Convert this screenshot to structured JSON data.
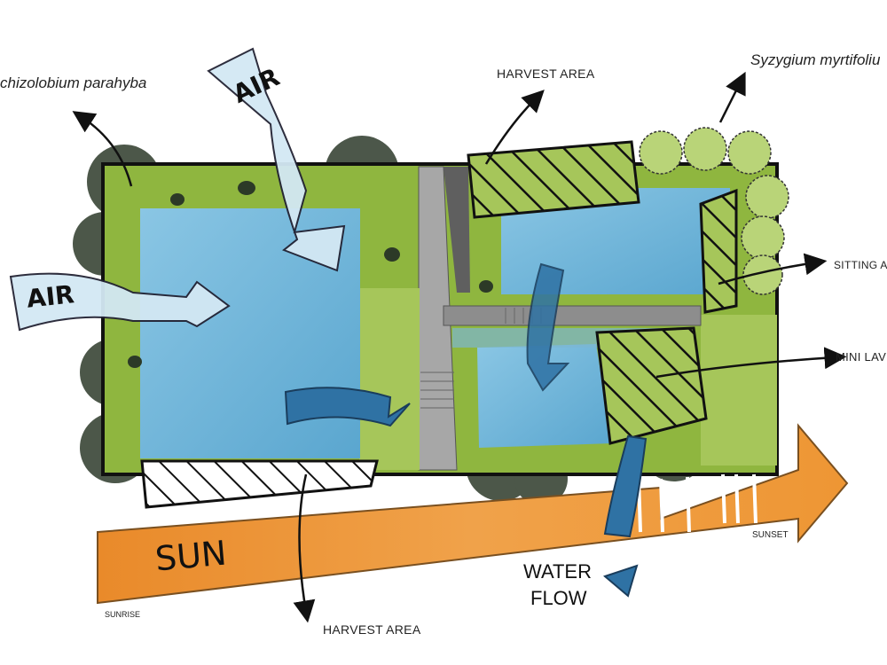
{
  "labels": {
    "tree_left": "chizolobium parahyba",
    "tree_right": "Syzygium myrtifoliu",
    "harvest_top": "HARVEST AREA",
    "harvest_bottom": "HARVEST AREA",
    "sitting_area": "SITTING A",
    "mini_lawn": "MINI LAV",
    "sunset": "SUNSET",
    "sunrise": "SUNRISE",
    "water_flow_line1": "WATER",
    "water_flow_line2": "FLOW",
    "air_top": "AIR",
    "air_left": "AIR",
    "sun": "SUN"
  },
  "colors": {
    "lawn": "#8fb63f",
    "lawn_light": "#a6c65a",
    "water": "#6eb3d6",
    "water_light": "#a9d8ec",
    "path": "#a7a7a7",
    "sun_arrow": "#ec9a3c",
    "flow_arrow": "#2f72a4",
    "air_arrow": "#d3e8f4",
    "outline": "#111111"
  }
}
